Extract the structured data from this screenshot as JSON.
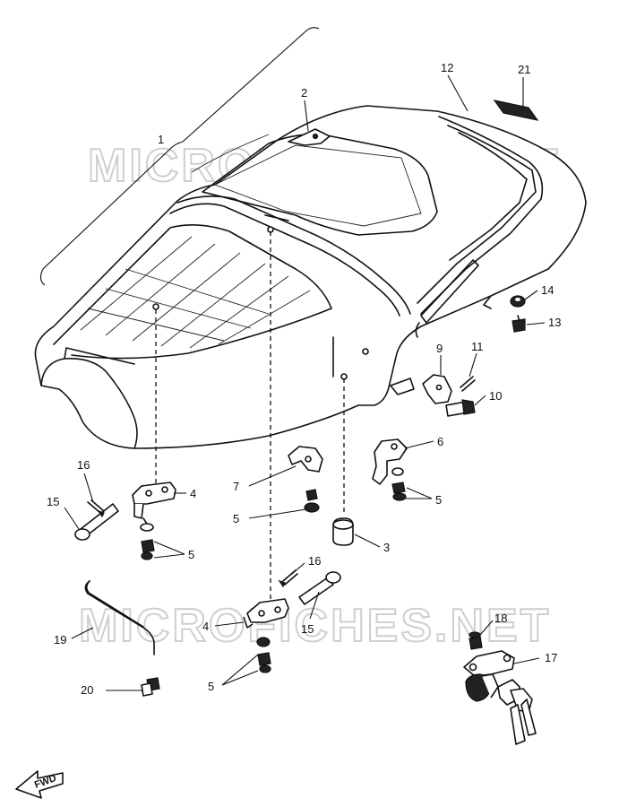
{
  "watermark": {
    "top": "MICROFICHES.NET",
    "bottom": "MICROFICHES.NET"
  },
  "direction_label": "FWD",
  "callouts": {
    "n1": "1",
    "n2": "2",
    "n3": "3",
    "n4a": "4",
    "n4b": "4",
    "n5a": "5",
    "n5b": "5",
    "n5c": "5",
    "n5d": "5",
    "n6": "6",
    "n7": "7",
    "n9": "9",
    "n10": "10",
    "n11": "11",
    "n12": "12",
    "n13": "13",
    "n14": "14",
    "n15a": "15",
    "n15b": "15",
    "n16a": "16",
    "n16b": "16",
    "n17": "17",
    "n18": "18",
    "n19": "19",
    "n20": "20",
    "n21": "21"
  }
}
